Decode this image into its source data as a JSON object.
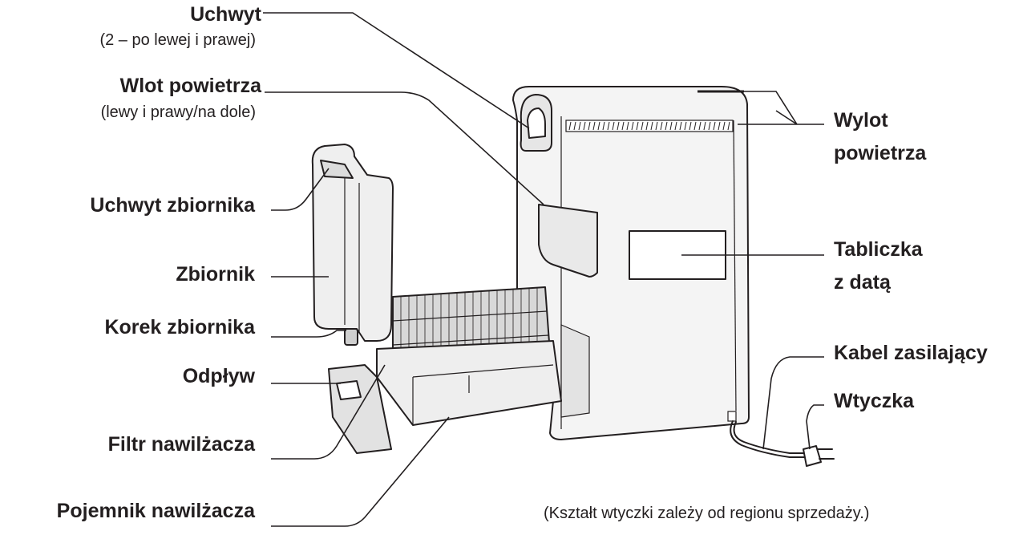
{
  "labels": {
    "handle": "Uchwyt",
    "handle_note": "(2 – po lewej i prawej)",
    "air_inlet": "Wlot powietrza",
    "air_inlet_note": "(lewy i prawy/na dole)",
    "tank_handle": "Uchwyt zbiornika",
    "tank": "Zbiornik",
    "tank_cap": "Korek zbiornika",
    "drain": "Odpływ",
    "humidifier_filter": "Filtr nawilżacza",
    "humidifier_tray": "Pojemnik nawilżacza",
    "air_outlet_line1": "Wylot",
    "air_outlet_line2": "powietrza",
    "date_plate_line1": "Tabliczka",
    "date_plate_line2": "z datą",
    "power_cord": "Kabel zasilający",
    "plug": "Wtyczka",
    "plug_note": "(Kształt wtyczki zależy od regionu sprzedaży.)"
  },
  "colors": {
    "ink": "#231f20",
    "body_fill": "#f2f2f2",
    "shade": "#d9d9d9"
  }
}
